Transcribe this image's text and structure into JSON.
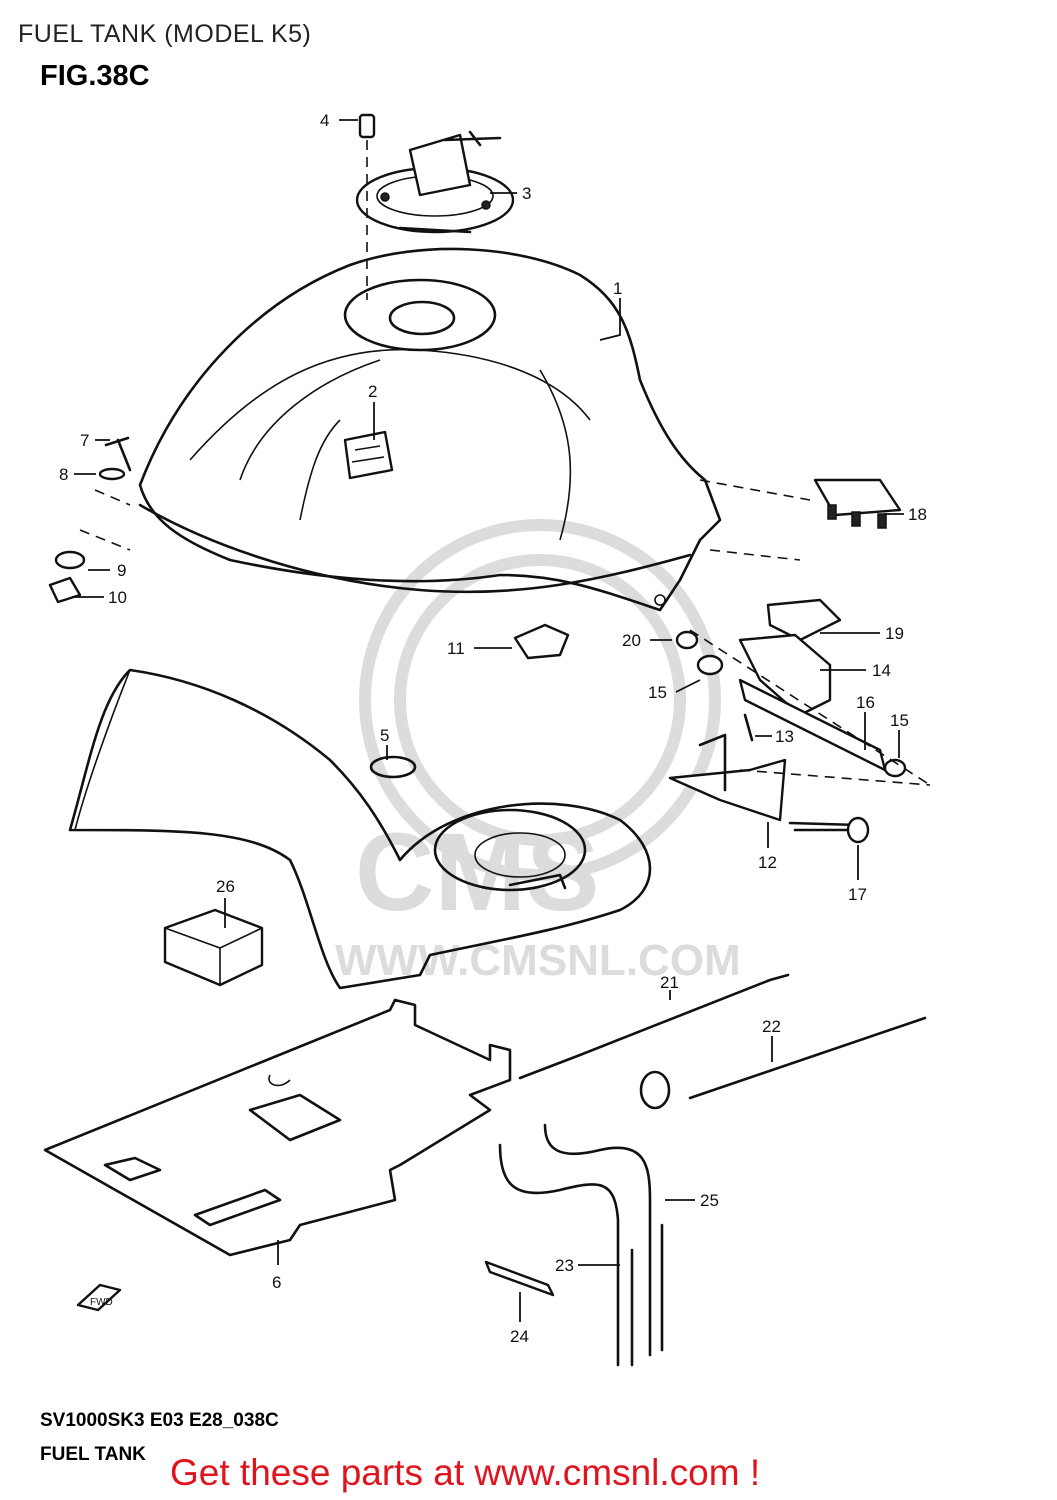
{
  "header": {
    "title": "FUEL TANK (MODEL K5)",
    "figure": "FIG.38C"
  },
  "footer": {
    "model_code": "SV1000SK3 E03 E28_038C",
    "section": "FUEL TANK",
    "call_to_action": "Get these parts at www.cmsnl.com !"
  },
  "watermark": {
    "brand": "CMS",
    "site": "WWW.CMSNL.COM"
  },
  "direction_marker": "FWD",
  "parts": [
    {
      "no": "1"
    },
    {
      "no": "2"
    },
    {
      "no": "3"
    },
    {
      "no": "4"
    },
    {
      "no": "5"
    },
    {
      "no": "6"
    },
    {
      "no": "7"
    },
    {
      "no": "8"
    },
    {
      "no": "9"
    },
    {
      "no": "10"
    },
    {
      "no": "11"
    },
    {
      "no": "12"
    },
    {
      "no": "13"
    },
    {
      "no": "14"
    },
    {
      "no": "15"
    },
    {
      "no": "15"
    },
    {
      "no": "16"
    },
    {
      "no": "17"
    },
    {
      "no": "18"
    },
    {
      "no": "19"
    },
    {
      "no": "20"
    },
    {
      "no": "21"
    },
    {
      "no": "22"
    },
    {
      "no": "23"
    },
    {
      "no": "24"
    },
    {
      "no": "25"
    },
    {
      "no": "26"
    }
  ],
  "colors": {
    "accent": "#e0141e",
    "line": "#111111",
    "watermark": "#dcdcdc"
  }
}
